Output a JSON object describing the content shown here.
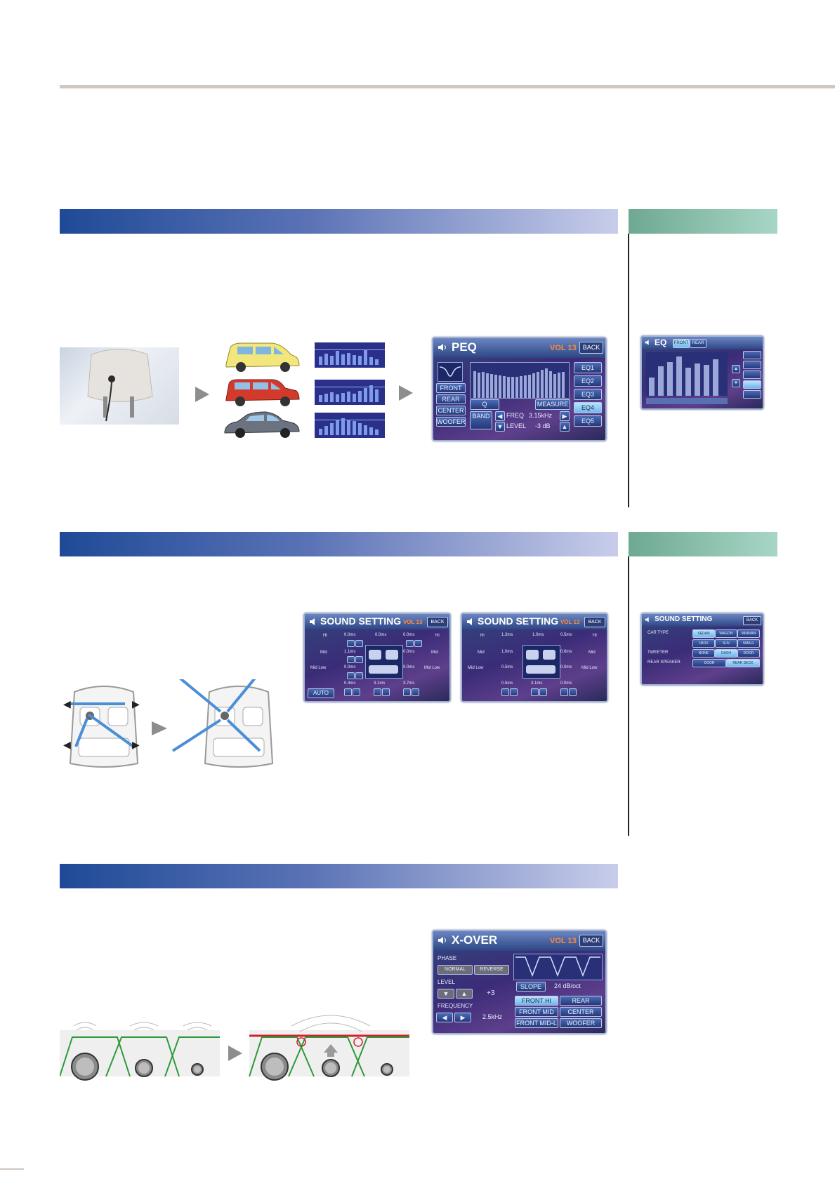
{
  "peq_screen": {
    "title": "PEQ",
    "vol": "VOL 13",
    "back": "BACK",
    "buttons": [
      "FRONT",
      "REAR",
      "CENTER",
      "WOOFER"
    ],
    "q_label": "Q",
    "measure_label": "MEASURE",
    "band_label": "BAND",
    "freq_label": "FREQ",
    "freq_value": "3.15kHz",
    "level_label": "LEVEL",
    "level_value": "-3 dB",
    "eq_tabs": [
      "EQ1",
      "EQ2",
      "EQ3",
      "EQ4",
      "EQ5"
    ]
  },
  "eq_screen": {
    "title": "EQ",
    "tabs": [
      "FRONT",
      "REAR"
    ]
  },
  "sound_setting_left": {
    "title": "SOUND SETTING",
    "vol": "VOL 13",
    "back": "BACK",
    "row_labels": [
      "Hi",
      "Mid",
      "Mid Low"
    ],
    "right_labels": [
      "Hi",
      "Mid",
      "Mid Low"
    ],
    "values_top": [
      "0.0ms",
      "0.0ms",
      "0.0ms"
    ],
    "values_mid": [
      "1.1ms",
      "0.0ms"
    ],
    "values_low": [
      "0.0ms",
      "0.0ms"
    ],
    "values_bottom": [
      "0.4ms",
      "3.1ms",
      "3.7ms"
    ],
    "auto_label": "AUTO"
  },
  "sound_setting_right": {
    "title": "SOUND SETTING",
    "vol": "VOL 13",
    "back": "BACK",
    "row_labels": [
      "Hi",
      "Mid",
      "Mid Low"
    ],
    "right_labels": [
      "Hi",
      "Mid",
      "Mid Low"
    ],
    "values_top": [
      "1.3ms",
      "1.0ms",
      "0.5ms"
    ],
    "values_mid": [
      "1.0ms",
      "0.6ms"
    ],
    "values_low": [
      "0.5ms",
      "0.0ms"
    ],
    "values_bottom": [
      "0.5ms",
      "3.1ms",
      "0.0ms"
    ]
  },
  "sound_setting_small": {
    "title": "SOUND SETTING",
    "back": "BACK",
    "rows": [
      {
        "label": "CAR TYPE",
        "options": [
          "SEDAN",
          "WAGON",
          "MINIVAN"
        ]
      },
      {
        "label": "",
        "options": [
          "1BOX",
          "SUV",
          "SMALL"
        ]
      },
      {
        "label": "TWEETER",
        "options": [
          "NONE",
          "DASH",
          "DOOR"
        ]
      },
      {
        "label": "REAR SPEAKER",
        "options": [
          "DOOR",
          "REAR DECK"
        ]
      }
    ]
  },
  "xover_screen": {
    "title": "X-OVER",
    "vol": "VOL 13",
    "back": "BACK",
    "phase_label": "PHASE",
    "phase_options": [
      "NORMAL",
      "REVERSE"
    ],
    "level_label": "LEVEL",
    "level_value": "+3",
    "frequency_label": "FREQUENCY",
    "frequency_value": "2.5kHz",
    "slope_label": "SLOPE",
    "slope_value": "24 dB/oct",
    "channel_buttons": [
      "FRONT HI",
      "REAR",
      "FRONT MID",
      "CENTER",
      "FRONT MID-L",
      "WOOFER"
    ]
  },
  "colors": {
    "section_band": "#1f4a97",
    "side_band": "#6ea992",
    "top_rule": "#d3c6bd",
    "screen_bg": "#3b2c78",
    "arrow_gray": "#8d8d8d",
    "xover_curve": "#2e9a3a",
    "xover_flat": "#d0202a",
    "delay_arrow": "#4a8fd6"
  }
}
